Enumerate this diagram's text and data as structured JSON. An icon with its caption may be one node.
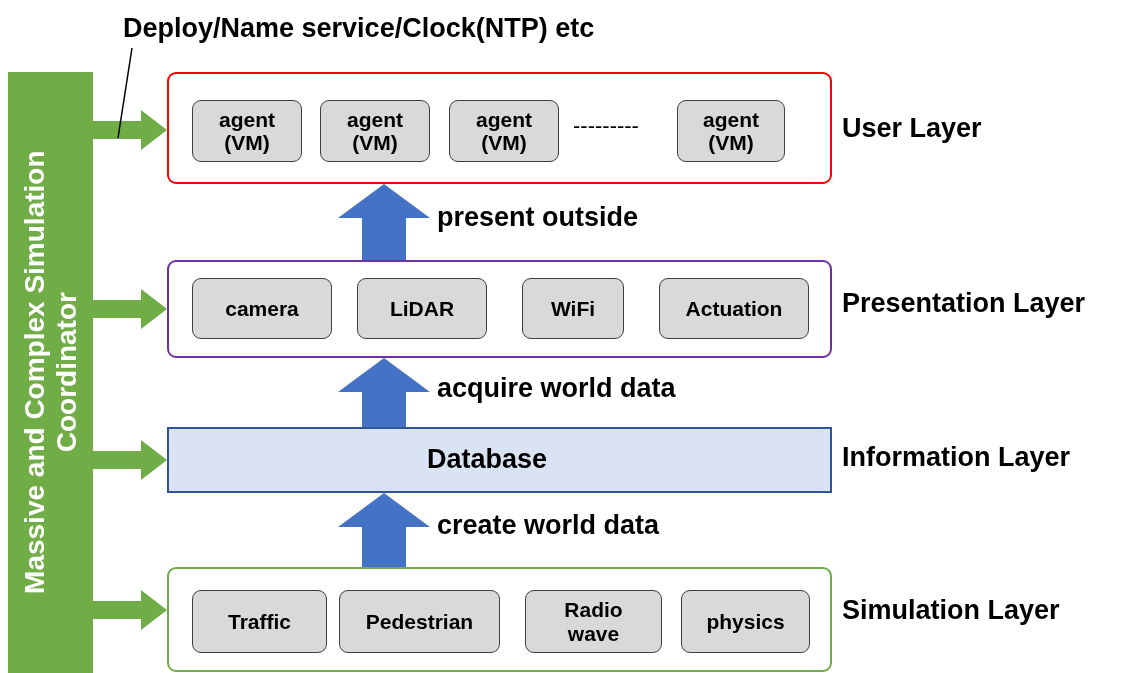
{
  "diagram": {
    "nodes": [
      {
        "text": [
          "Massive and Complex Simulation Coordinator"
        ]
      },
      {
        "text": [],
        "shape": "box",
        "beside": [
          "User Layer"
        ]
      },
      {
        "text": [
          "agent (VM)"
        ],
        "in": 1
      },
      {
        "text": [
          "agent (VM)"
        ],
        "in": 1
      },
      {
        "text": [
          "agent (VM)"
        ],
        "in": 1
      },
      {
        "text": [
          "agent (VM)"
        ],
        "in": 1
      },
      {
        "text": [],
        "shape": "box",
        "beside": [
          "Presentation Layer"
        ]
      },
      {
        "text": [
          "camera"
        ],
        "in": 6
      },
      {
        "text": [
          "LiDAR"
        ],
        "in": 6
      },
      {
        "text": [
          "WiFi"
        ],
        "in": 6
      },
      {
        "text": [
          "Actuation"
        ],
        "in": 6
      },
      {
        "text": [
          "Database"
        ],
        "beside": [
          "Information Layer"
        ]
      },
      {
        "text": [],
        "shape": "box",
        "beside": [
          "Simulation Layer"
        ]
      },
      {
        "text": [
          "Traffic"
        ],
        "in": 12
      },
      {
        "text": [
          "Pedestrian"
        ],
        "in": 12
      },
      {
        "text": [
          "Radio wave"
        ],
        "in": 12
      },
      {
        "text": [
          "physics"
        ],
        "in": 12
      },
      {
        "text": [
          "Deploy/Name service/Clock(NTP) etc"
        ]
      }
    ],
    "edges": [
      {
        "from": 0,
        "to": 1,
        "arrow": "to",
        "color": "#70ad47"
      },
      {
        "from": 0,
        "to": 6,
        "arrow": "to",
        "color": "#70ad47"
      },
      {
        "from": 0,
        "to": 11,
        "arrow": "to",
        "color": "#70ad47"
      },
      {
        "from": 0,
        "to": 12,
        "arrow": "to",
        "color": "#70ad47"
      },
      {
        "from": 12,
        "to": 11,
        "arrow": "to",
        "label": "create world data",
        "style": "thick",
        "color": "#4472c4"
      },
      {
        "from": 11,
        "to": 6,
        "arrow": "to",
        "label": "acquire world data",
        "style": "thick",
        "color": "#4472c4"
      },
      {
        "from": 6,
        "to": 1,
        "arrow": "to",
        "label": "present outside",
        "style": "thick",
        "color": "#4472c4"
      },
      {
        "from": 17,
        "to": null,
        "arrow": "none",
        "color": "#000000"
      }
    ],
    "labels": [
      "---------"
    ]
  }
}
